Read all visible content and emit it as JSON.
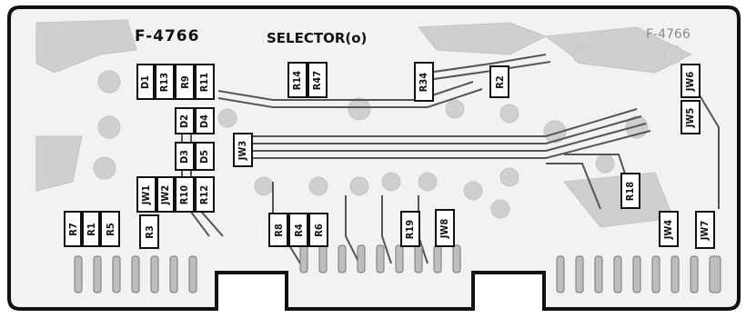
{
  "board": {
    "part_number": "F-4766",
    "name": "SELECTOR(o)",
    "corner_part_number": "F-4766"
  },
  "components": {
    "D1": "D1",
    "R13": "R13",
    "R9": "R9",
    "R11": "R11",
    "D2": "D2",
    "D4": "D4",
    "D3": "D3",
    "D5": "D5",
    "JW1": "JW1",
    "JW2": "JW2",
    "R10": "R10",
    "R12": "R12",
    "R3": "R3",
    "R7": "R7",
    "R1": "R1",
    "R5": "R5",
    "R14": "R14",
    "R47": "R47",
    "JW3": "JW3",
    "R8": "R8",
    "R4": "R4",
    "R6": "R6",
    "R34": "R34",
    "R2": "R2",
    "R19": "R19",
    "JW8": "JW8",
    "JW6": "JW6",
    "JW5": "JW5",
    "R18": "R18",
    "JW4": "JW4",
    "JW7": "JW7"
  },
  "colors": {
    "copper": "#cfcfcf",
    "board_outline": "#111111",
    "label_box": "#ffffff"
  }
}
